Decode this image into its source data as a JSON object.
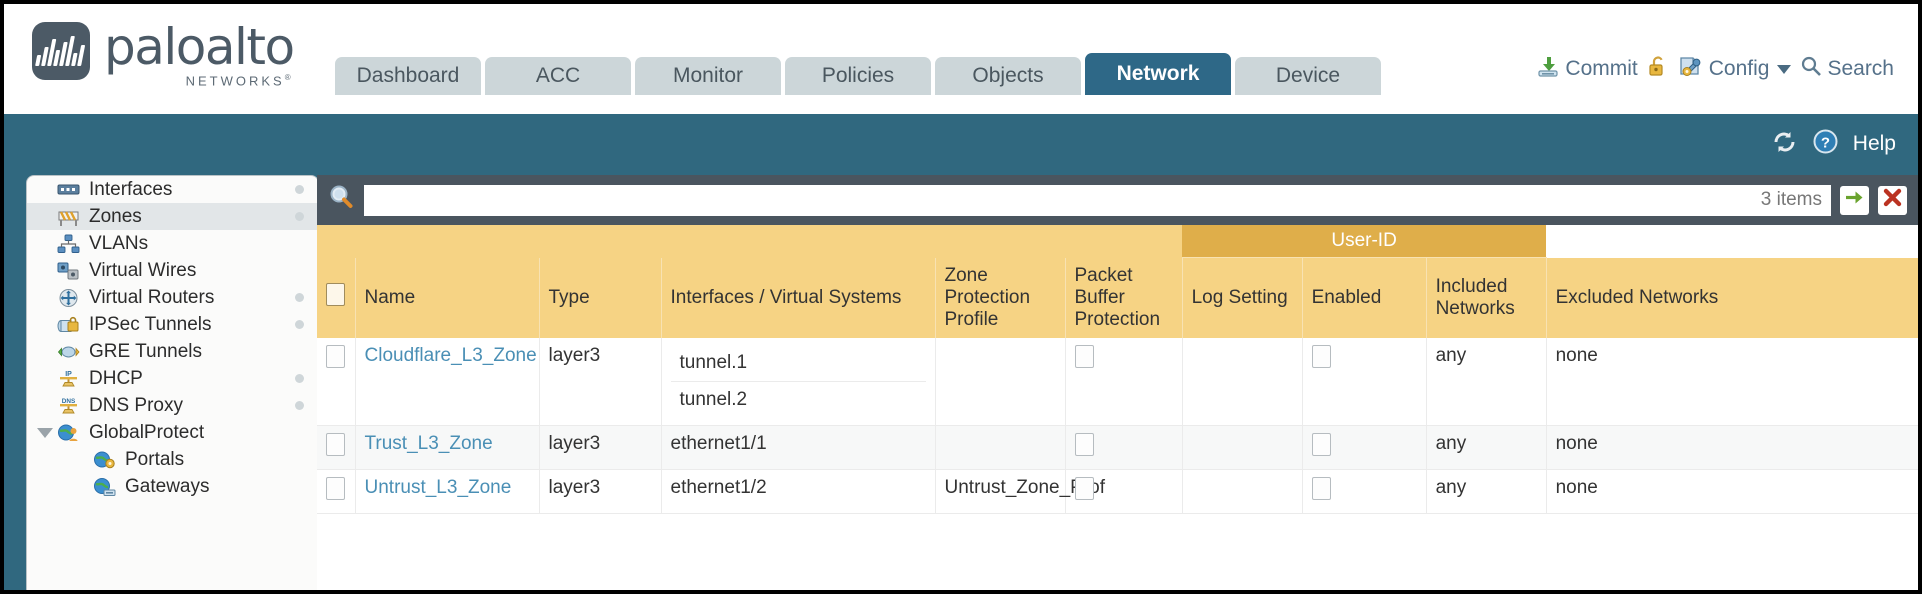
{
  "brand": {
    "name": "paloalto",
    "sub": "NETWORKS",
    "reg": "®"
  },
  "nav": {
    "tabs": [
      {
        "label": "Dashboard",
        "active": false
      },
      {
        "label": "ACC",
        "active": false
      },
      {
        "label": "Monitor",
        "active": false
      },
      {
        "label": "Policies",
        "active": false
      },
      {
        "label": "Objects",
        "active": false
      },
      {
        "label": "Network",
        "active": true
      },
      {
        "label": "Device",
        "active": false
      }
    ],
    "actions": [
      {
        "label": "Commit",
        "icon": "commit-icon"
      },
      {
        "label": "",
        "icon": "lock-icon"
      },
      {
        "label": "Config",
        "icon": "config-icon",
        "dropdown": true
      },
      {
        "label": "Search",
        "icon": "search-icon"
      }
    ]
  },
  "band": {
    "refresh_icon": "refresh-icon",
    "help_label": "Help",
    "help_icon": "help-icon"
  },
  "sidebar": {
    "items": [
      {
        "label": "Interfaces",
        "icon": "interfaces-icon",
        "selected": false,
        "dot": true,
        "child": false
      },
      {
        "label": "Zones",
        "icon": "zones-icon",
        "selected": true,
        "dot": true,
        "child": false
      },
      {
        "label": "VLANs",
        "icon": "vlans-icon",
        "selected": false,
        "dot": false,
        "child": false
      },
      {
        "label": "Virtual Wires",
        "icon": "virtual-wires-icon",
        "selected": false,
        "dot": false,
        "child": false
      },
      {
        "label": "Virtual Routers",
        "icon": "virtual-routers-icon",
        "selected": false,
        "dot": true,
        "child": false
      },
      {
        "label": "IPSec Tunnels",
        "icon": "ipsec-tunnels-icon",
        "selected": false,
        "dot": true,
        "child": false
      },
      {
        "label": "GRE Tunnels",
        "icon": "gre-tunnels-icon",
        "selected": false,
        "dot": false,
        "child": false
      },
      {
        "label": "DHCP",
        "icon": "dhcp-icon",
        "selected": false,
        "dot": true,
        "child": false
      },
      {
        "label": "DNS Proxy",
        "icon": "dns-proxy-icon",
        "selected": false,
        "dot": true,
        "child": false
      },
      {
        "label": "GlobalProtect",
        "icon": "globalprotect-icon",
        "selected": false,
        "dot": false,
        "child": false,
        "expander": true
      },
      {
        "label": "Portals",
        "icon": "portals-icon",
        "selected": false,
        "dot": false,
        "child": true
      },
      {
        "label": "Gateways",
        "icon": "gateways-icon",
        "selected": false,
        "dot": false,
        "child": true
      }
    ]
  },
  "filter": {
    "search_icon": "search-icon",
    "value": "",
    "placeholder": "",
    "item_count": "3 items",
    "apply_icon": "apply-filter-icon",
    "clear_icon": "clear-filter-icon"
  },
  "table": {
    "group_header": "User-ID",
    "columns": [
      "Name",
      "Type",
      "Interfaces / Virtual Systems",
      "Zone Protection Profile",
      "Packet Buffer Protection",
      "Log Setting",
      "Enabled",
      "Included Networks",
      "Excluded Networks"
    ],
    "rows": [
      {
        "name": "Cloudflare_L3_Zone",
        "type": "layer3",
        "interfaces": [
          "tunnel.1",
          "tunnel.2"
        ],
        "zone_protection_profile": "",
        "packet_buffer_protection": false,
        "log_setting": "",
        "userid_enabled": false,
        "included_networks": "any",
        "excluded_networks": "none"
      },
      {
        "name": "Trust_L3_Zone",
        "type": "layer3",
        "interfaces": [
          "ethernet1/1"
        ],
        "zone_protection_profile": "",
        "packet_buffer_protection": false,
        "log_setting": "",
        "userid_enabled": false,
        "included_networks": "any",
        "excluded_networks": "none"
      },
      {
        "name": "Untrust_L3_Zone",
        "type": "layer3",
        "interfaces": [
          "ethernet1/2"
        ],
        "zone_protection_profile": "Untrust_Zone_Prof",
        "packet_buffer_protection": false,
        "log_setting": "",
        "userid_enabled": false,
        "included_networks": "any",
        "excluded_networks": "none"
      }
    ]
  },
  "colors": {
    "brand_blue": "#30687f",
    "tab_active": "#2e6887",
    "header_gold": "#f6d384",
    "group_gold": "#dfae4a",
    "link": "#4a8fb5"
  }
}
